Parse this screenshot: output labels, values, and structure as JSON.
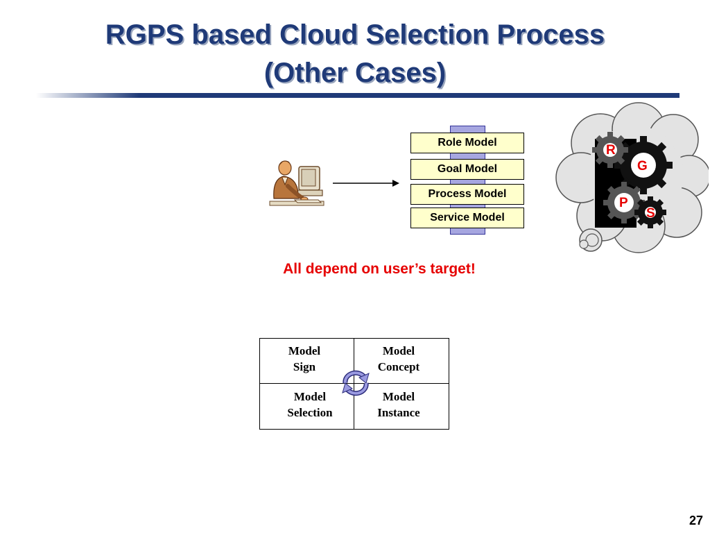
{
  "slide": {
    "title_line1": "RGPS based Cloud Selection Process",
    "title_line2": "(Other Cases)",
    "page_number": "27"
  },
  "model_stack": {
    "items": [
      "Role Model",
      "Goal Model",
      "Process Model",
      "Service Model"
    ]
  },
  "cloud": {
    "letters": {
      "r": "R",
      "g": "G",
      "p": "P",
      "s": "S"
    }
  },
  "target_message": "All depend on user’s target!",
  "quadrant": {
    "top_left": [
      "Model",
      "Sign"
    ],
    "top_right": [
      "Model",
      "Concept"
    ],
    "bottom_left": [
      "Model",
      "Selection"
    ],
    "bottom_right": [
      "Model",
      "Instance"
    ]
  },
  "colors": {
    "title": "#1f3a78",
    "model_box_fill": "#ffffcc",
    "pillar": "#a6a6e0",
    "message": "#e60000",
    "gear_letter": "#e60000"
  },
  "icons": [
    "user-at-computer-icon",
    "cycle-arrows-icon",
    "gear-icon"
  ]
}
